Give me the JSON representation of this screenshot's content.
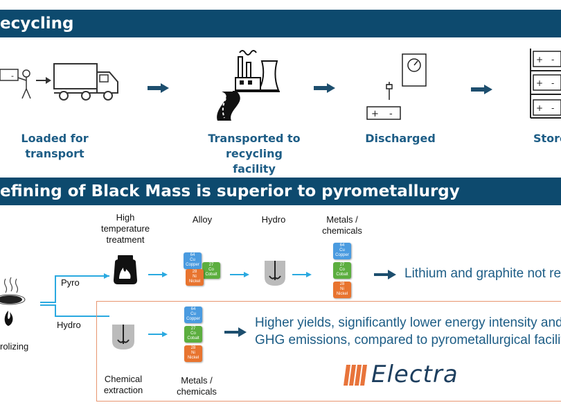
{
  "top_banner": {
    "title": "ecycling"
  },
  "stages": [
    {
      "label": "Loaded for transport"
    },
    {
      "label": "Transported to recycling facility"
    },
    {
      "label": "Discharged"
    },
    {
      "label": "Store"
    }
  ],
  "mid_banner": {
    "title": "efining of Black Mass is superior to pyrometallurgy"
  },
  "process": {
    "left_label": "rolizing",
    "pyro_label": "Pyro",
    "hydro_label": "Hydro",
    "high_temp_label": "High temperature treatment",
    "alloy_label": "Alloy",
    "hydro_col_label": "Hydro",
    "metals_top_label": "Metals / chemicals",
    "chem_extraction_label": "Chemical extraction",
    "metals_bottom_label": "Metals / chemicals",
    "pyro_result": "Lithium and graphite not rec",
    "hydro_result_line1": "Higher yields, significantly lower energy intensity and lo",
    "hydro_result_line2": "GHG emissions, compared to pyrometallurgical facilitie",
    "brand": "Electra"
  },
  "elements": {
    "copper": {
      "num": "64",
      "sym": "Cu",
      "name": "Copper"
    },
    "cobalt": {
      "num": "27",
      "sym": "Co",
      "name": "Cobalt"
    },
    "nickel": {
      "num": "28",
      "sym": "Ni",
      "name": "Nickel"
    }
  },
  "battery_signs": {
    "plus": "+",
    "minus": "-"
  },
  "colors": {
    "banner": "#0d4a6e",
    "label": "#1d5d86",
    "flow_arrow": "#2aa9e0",
    "highlight_box": "#e8956f",
    "brand_stripes": "#e8743b"
  }
}
